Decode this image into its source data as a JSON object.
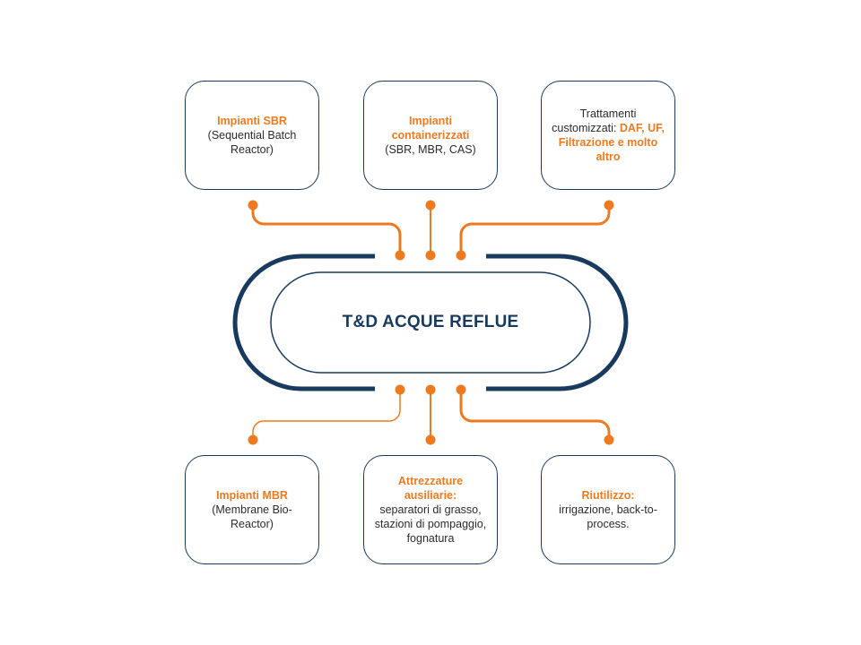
{
  "title": "T&D ACQUE REFLUE",
  "colors": {
    "navy": "#173a5e",
    "orange": "#ee7a1f",
    "text": "#2b2b2b"
  },
  "boxes": {
    "top_left": {
      "highlight": "Impianti SBR",
      "text": "(Sequential Batch Reactor)"
    },
    "top_center": {
      "highlight": "Impianti containerizzati",
      "text": "(SBR, MBR, CAS)"
    },
    "top_right": {
      "text": "Trattamenti customizzati:",
      "highlight": "DAF, UF, Filtrazione e molto altro"
    },
    "bottom_left": {
      "highlight": "Impianti MBR",
      "text": "(Membrane Bio-Reactor)"
    },
    "bottom_center": {
      "highlight": "Attrezzature ausiliarie:",
      "text": "separatori di grasso, stazioni di pompaggio, fognatura"
    },
    "bottom_right": {
      "highlight": "Riutilizzo:",
      "text": "irrigazione, back-to-process."
    }
  }
}
